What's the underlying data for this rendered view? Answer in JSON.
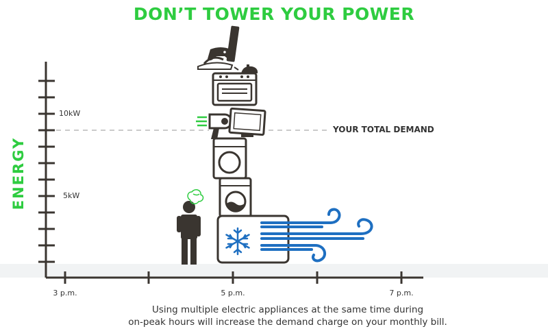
{
  "title": "DON’T TOWER YOUR POWER",
  "y_axis_label": "ENERGY",
  "y_ticks": {
    "ten_kw": "10kW",
    "five_kw": "5kW"
  },
  "x_ticks": {
    "t3": "3 p.m.",
    "t5": "5 p.m.",
    "t7": "7 p.m."
  },
  "demand_label": "YOUR TOTAL DEMAND",
  "caption": {
    "line1": "Using multiple electric appliances at the same time during",
    "line2": "on-peak hours will increase the demand charge on your monthly bill."
  },
  "colors": {
    "accent_green": "#2ecc40",
    "outline": "#3a3530",
    "wind_blue": "#1e6fc1",
    "dashed_line": "#b8b8b8"
  },
  "icons": [
    "person-icon",
    "confused-scribble-icon",
    "air-conditioner-icon",
    "snowflake-icon",
    "wind-icon",
    "washing-machine-icon",
    "dryer-icon",
    "hair-dryer-icon",
    "monitor-icon",
    "oven-icon",
    "iron-icon",
    "game-controller-icon",
    "kettle-icon",
    "vacuum-icon"
  ]
}
